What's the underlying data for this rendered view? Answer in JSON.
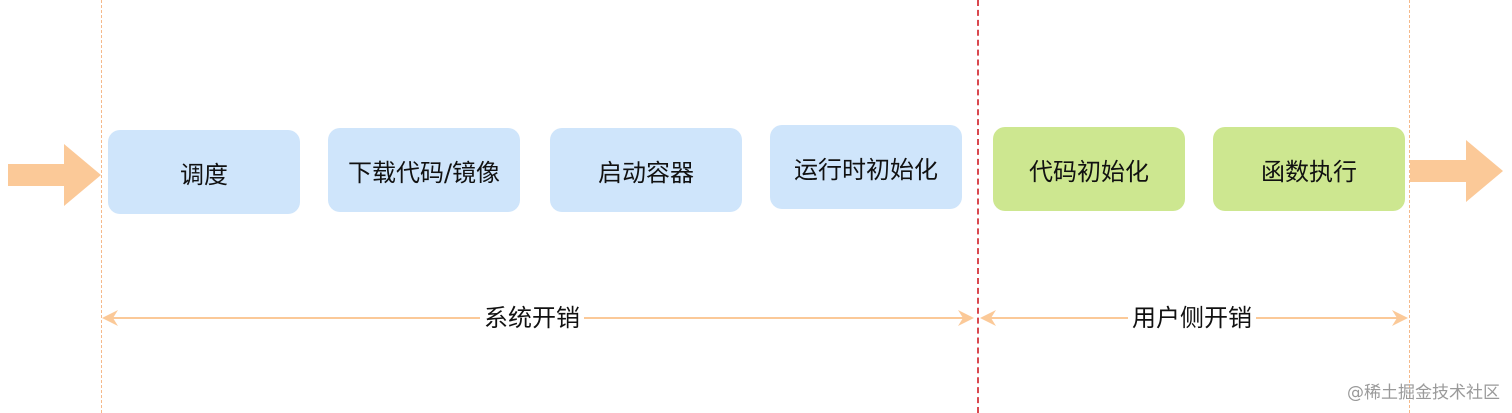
{
  "diagram": {
    "stages": [
      {
        "label": "调度",
        "group": "system"
      },
      {
        "label": "下载代码/镜像",
        "group": "system"
      },
      {
        "label": "启动容器",
        "group": "system"
      },
      {
        "label": "运行时初始化",
        "group": "system"
      },
      {
        "label": "代码初始化",
        "group": "user"
      },
      {
        "label": "函数执行",
        "group": "user"
      }
    ],
    "spans": [
      {
        "label": "系统开销"
      },
      {
        "label": "用户侧开销"
      }
    ],
    "colors": {
      "system_box": "#cfe5fb",
      "user_box": "#cde790",
      "arrow": "#fbc998",
      "divider": "#d9484f"
    }
  },
  "watermark": "@稀土掘金技术社区"
}
